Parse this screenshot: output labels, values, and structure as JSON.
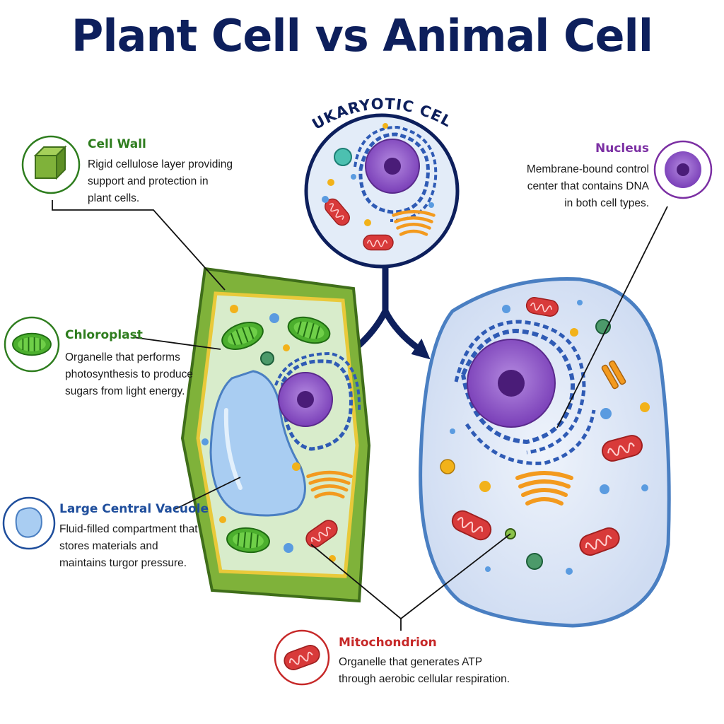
{
  "title": "Plant Cell vs Animal Cell",
  "center_label": "EUKARYOTIC CELL",
  "colors": {
    "title": "#0d1f5c",
    "cell_wall": "#2e7d1e",
    "chloroplast": "#2e7d1e",
    "vacuole": "#1f4e9c",
    "nucleus": "#7b2fa3",
    "mitochondrion": "#c62828"
  },
  "callouts": {
    "cell_wall": {
      "label": "Cell Wall",
      "description": "Rigid cellulose layer providing\nsupport and protection in\nplant cells.",
      "icon": "cube-icon"
    },
    "chloroplast": {
      "label": "Chloroplast",
      "description": "Organelle that performs\nphotosynthesis to produce\nsugars from light energy.",
      "icon": "chloroplast-icon"
    },
    "vacuole": {
      "label": "Large Central Vacuole",
      "description": "Fluid-filled compartment that\nstores materials and\nmaintains turgor pressure.",
      "icon": "vacuole-icon"
    },
    "nucleus": {
      "label": "Nucleus",
      "description": "Membrane-bound control\ncenter that contains DNA\nin both cell types.",
      "icon": "nucleus-icon"
    },
    "mitochondrion": {
      "label": "Mitochondrion",
      "description": "Organelle that generates ATP\nthrough aerobic cellular respiration.",
      "icon": "mitochondrion-icon"
    }
  }
}
